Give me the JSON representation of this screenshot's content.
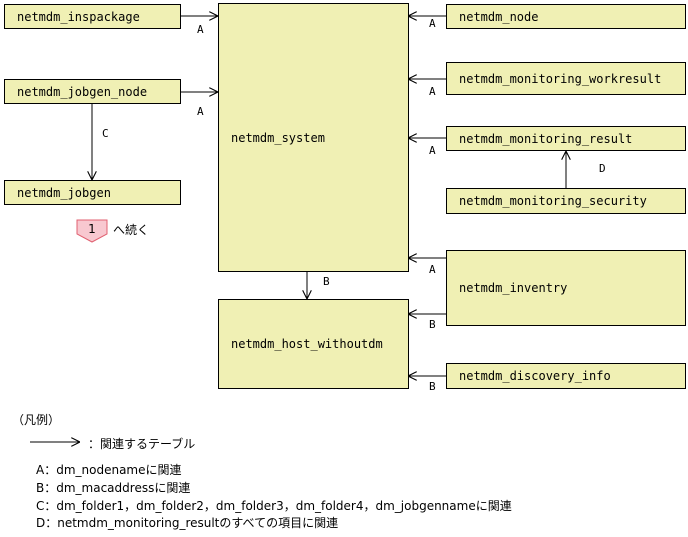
{
  "tables": {
    "inspackage": "netmdm_inspackage",
    "jobgen_node": "netmdm_jobgen_node",
    "jobgen": "netmdm_jobgen",
    "system": "netmdm_system",
    "host_withoutdm": "netmdm_host_withoutdm",
    "node": "netmdm_node",
    "monitoring_workresult": "netmdm_monitoring_workresult",
    "monitoring_result": "netmdm_monitoring_result",
    "monitoring_security": "netmdm_monitoring_security",
    "inventry": "netmdm_inventry",
    "discovery_info": "netmdm_discovery_info"
  },
  "relation_labels": {
    "inspackage_to_system": "A",
    "jobgen_node_to_system": "A",
    "jobgen_node_to_jobgen": "C",
    "node_to_system": "A",
    "workresult_to_system": "A",
    "result_to_system": "A",
    "security_to_result": "D",
    "inventry_to_system": "A",
    "inventry_to_host": "B",
    "system_to_host": "B",
    "discovery_to_host": "B"
  },
  "continuation": {
    "badge": "1",
    "text": "へ続く"
  },
  "legend": {
    "title": "（凡例）",
    "arrow_meaning": "：関連するテーブル",
    "items": [
      "A：dm_nodenameに関連",
      "B：dm_macaddressに関連",
      "C：dm_folder1，dm_folder2，dm_folder3，dm_folder4，dm_jobgennameに関連",
      "D：netmdm_monitoring_resultのすべての項目に関連"
    ]
  },
  "colors": {
    "box_fill": "#f0f0b4",
    "badge_fill": "#f8c8d0",
    "badge_stroke": "#e06070"
  }
}
